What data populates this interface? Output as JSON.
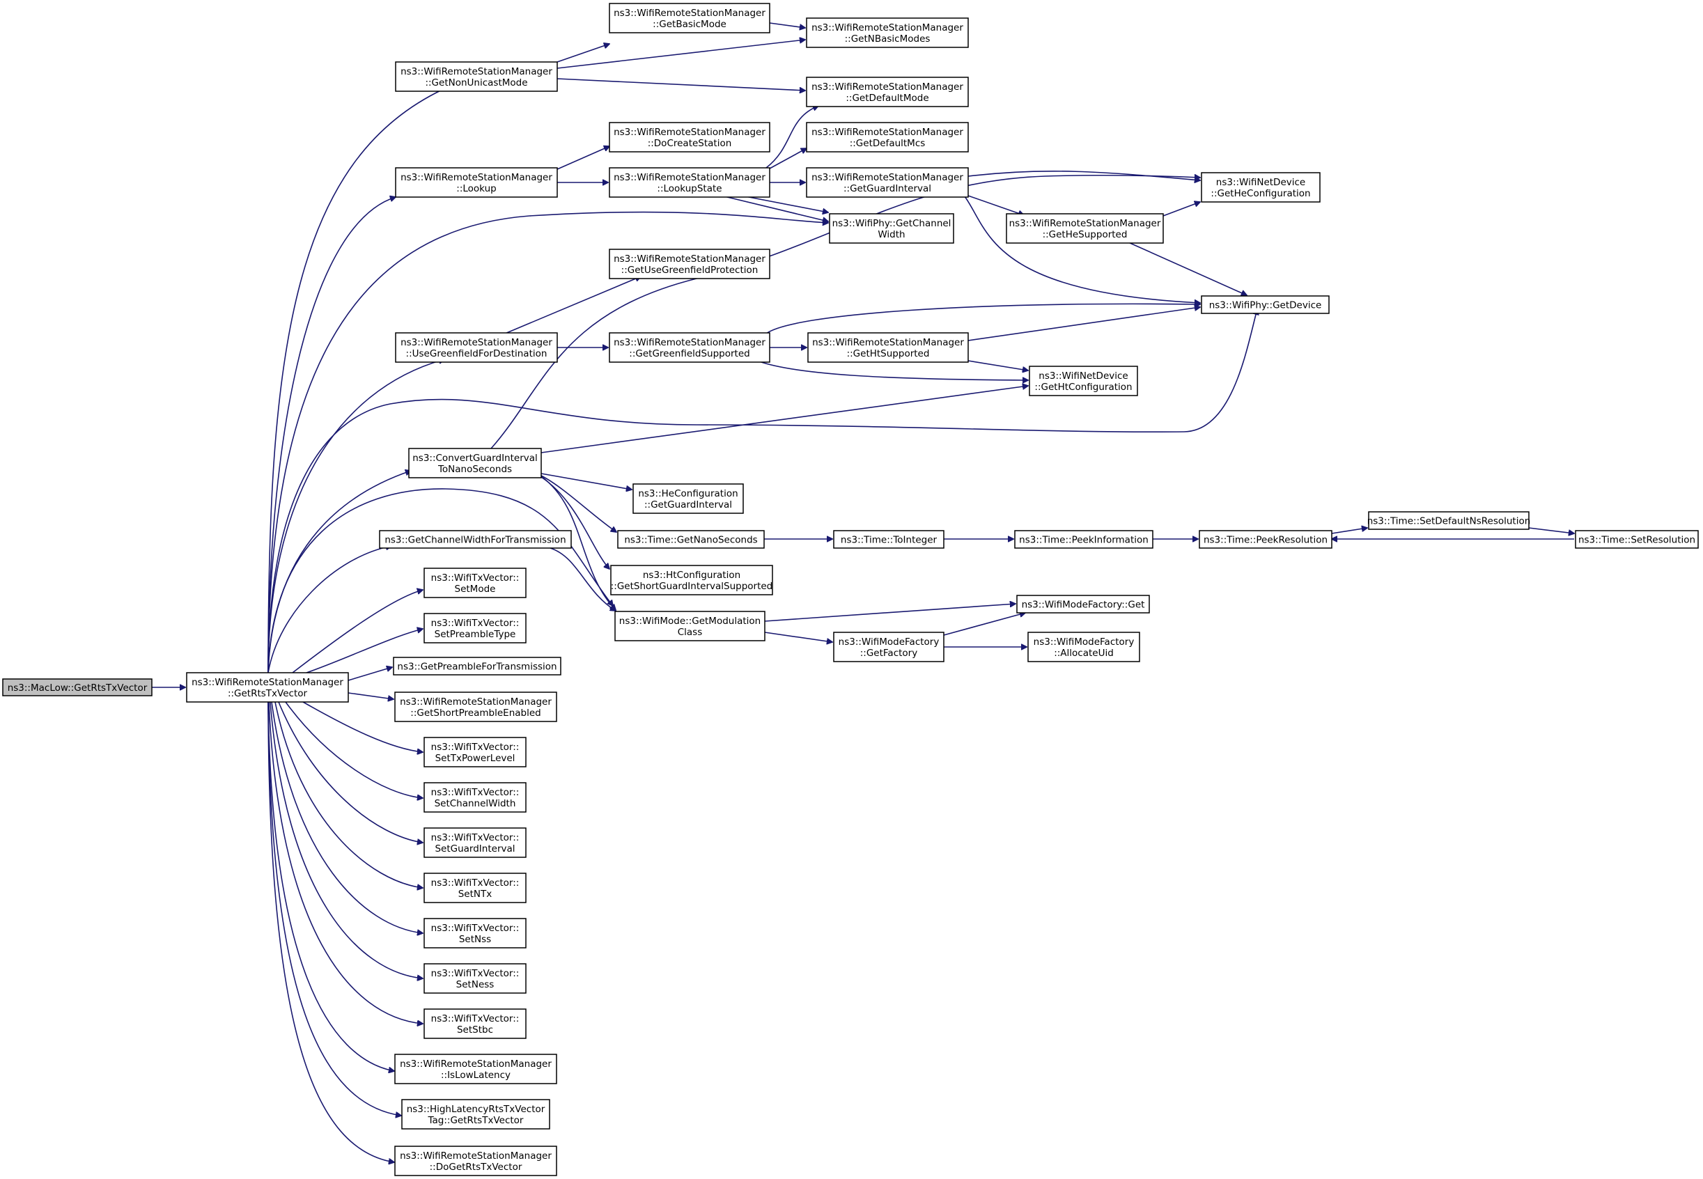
{
  "diagram": {
    "type": "call-graph",
    "colors": {
      "edge": "#191970",
      "node_border": "#000000",
      "root_fill": "#bfbfbf",
      "node_fill": "#ffffff"
    },
    "nodes": [
      {
        "id": "n_maclow",
        "lines": [
          "ns3::MacLow::GetRtsTxVector"
        ],
        "root": true
      },
      {
        "id": "n_getrts",
        "lines": [
          "ns3::WifiRemoteStationManager",
          "::GetRtsTxVector"
        ]
      },
      {
        "id": "n_nonunicast",
        "lines": [
          "ns3::WifiRemoteStationManager",
          "::GetNonUnicastMode"
        ]
      },
      {
        "id": "n_basicmode",
        "lines": [
          "ns3::WifiRemoteStationManager",
          "::GetBasicMode"
        ]
      },
      {
        "id": "n_nbasic",
        "lines": [
          "ns3::WifiRemoteStationManager",
          "::GetNBasicModes"
        ]
      },
      {
        "id": "n_defmode",
        "lines": [
          "ns3::WifiRemoteStationManager",
          "::GetDefaultMode"
        ]
      },
      {
        "id": "n_lookup",
        "lines": [
          "ns3::WifiRemoteStationManager",
          "::Lookup"
        ]
      },
      {
        "id": "n_docreate",
        "lines": [
          "ns3::WifiRemoteStationManager",
          "::DoCreateStation"
        ]
      },
      {
        "id": "n_lookupstate",
        "lines": [
          "ns3::WifiRemoteStationManager",
          "::LookupState"
        ]
      },
      {
        "id": "n_defmcs",
        "lines": [
          "ns3::WifiRemoteStationManager",
          "::GetDefaultMcs"
        ]
      },
      {
        "id": "n_guard",
        "lines": [
          "ns3::WifiRemoteStationManager",
          "::GetGuardInterval"
        ]
      },
      {
        "id": "n_heconf",
        "lines": [
          "ns3::WifiNetDevice",
          "::GetHeConfiguration"
        ]
      },
      {
        "id": "n_chwidth",
        "lines": [
          "ns3::WifiPhy::GetChannel",
          "Width"
        ]
      },
      {
        "id": "n_hesup",
        "lines": [
          "ns3::WifiRemoteStationManager",
          "::GetHeSupported"
        ]
      },
      {
        "id": "n_usegreen",
        "lines": [
          "ns3::WifiRemoteStationManager",
          "::GetUseGreenfieldProtection"
        ]
      },
      {
        "id": "n_getdevice",
        "lines": [
          "ns3::WifiPhy::GetDevice"
        ]
      },
      {
        "id": "n_usegreendest",
        "lines": [
          "ns3::WifiRemoteStationManager",
          "::UseGreenfieldForDestination"
        ]
      },
      {
        "id": "n_greensup",
        "lines": [
          "ns3::WifiRemoteStationManager",
          "::GetGreenfieldSupported"
        ]
      },
      {
        "id": "n_htsup",
        "lines": [
          "ns3::WifiRemoteStationManager",
          "::GetHtSupported"
        ]
      },
      {
        "id": "n_htconf",
        "lines": [
          "ns3::WifiNetDevice",
          "::GetHtConfiguration"
        ]
      },
      {
        "id": "n_convgi",
        "lines": [
          "ns3::ConvertGuardInterval",
          "ToNanoSeconds"
        ]
      },
      {
        "id": "n_hegi",
        "lines": [
          "ns3::HeConfiguration",
          "::GetGuardInterval"
        ]
      },
      {
        "id": "n_getchtx",
        "lines": [
          "ns3::GetChannelWidthForTransmission"
        ]
      },
      {
        "id": "n_nanosec",
        "lines": [
          "ns3::Time::GetNanoSeconds"
        ]
      },
      {
        "id": "n_toint",
        "lines": [
          "ns3::Time::ToInteger"
        ]
      },
      {
        "id": "n_peekinfo",
        "lines": [
          "ns3::Time::PeekInformation"
        ]
      },
      {
        "id": "n_peekres",
        "lines": [
          "ns3::Time::PeekResolution"
        ]
      },
      {
        "id": "n_setdefns",
        "lines": [
          "ns3::Time::SetDefaultNsResolution"
        ]
      },
      {
        "id": "n_setres",
        "lines": [
          "ns3::Time::SetResolution"
        ]
      },
      {
        "id": "n_shortgi",
        "lines": [
          "ns3::HtConfiguration",
          "::GetShortGuardIntervalSupported"
        ]
      },
      {
        "id": "n_setmode",
        "lines": [
          "ns3::WifiTxVector::",
          "SetMode"
        ]
      },
      {
        "id": "n_modclass",
        "lines": [
          "ns3::WifiMode::GetModulation",
          "Class"
        ]
      },
      {
        "id": "n_factoryget",
        "lines": [
          "ns3::WifiModeFactory::Get"
        ]
      },
      {
        "id": "n_getfactory",
        "lines": [
          "ns3::WifiModeFactory",
          "::GetFactory"
        ]
      },
      {
        "id": "n_alloc",
        "lines": [
          "ns3::WifiModeFactory",
          "::AllocateUid"
        ]
      },
      {
        "id": "n_setpre",
        "lines": [
          "ns3::WifiTxVector::",
          "SetPreambleType"
        ]
      },
      {
        "id": "n_getpre",
        "lines": [
          "ns3::GetPreambleForTransmission"
        ]
      },
      {
        "id": "n_shortpre",
        "lines": [
          "ns3::WifiRemoteStationManager",
          "::GetShortPreambleEnabled"
        ]
      },
      {
        "id": "n_setpow",
        "lines": [
          "ns3::WifiTxVector::",
          "SetTxPowerLevel"
        ]
      },
      {
        "id": "n_setcw",
        "lines": [
          "ns3::WifiTxVector::",
          "SetChannelWidth"
        ]
      },
      {
        "id": "n_setgi",
        "lines": [
          "ns3::WifiTxVector::",
          "SetGuardInterval"
        ]
      },
      {
        "id": "n_setntx",
        "lines": [
          "ns3::WifiTxVector::",
          "SetNTx"
        ]
      },
      {
        "id": "n_setnss",
        "lines": [
          "ns3::WifiTxVector::",
          "SetNss"
        ]
      },
      {
        "id": "n_setness",
        "lines": [
          "ns3::WifiTxVector::",
          "SetNess"
        ]
      },
      {
        "id": "n_setstbc",
        "lines": [
          "ns3::WifiTxVector::",
          "SetStbc"
        ]
      },
      {
        "id": "n_lowlat",
        "lines": [
          "ns3::WifiRemoteStationManager",
          "::IsLowLatency"
        ]
      },
      {
        "id": "n_highlat",
        "lines": [
          "ns3::HighLatencyRtsTxVector",
          "Tag::GetRtsTxVector"
        ]
      },
      {
        "id": "n_dogetrts",
        "lines": [
          "ns3::WifiRemoteStationManager",
          "::DoGetRtsTxVector"
        ]
      }
    ]
  }
}
